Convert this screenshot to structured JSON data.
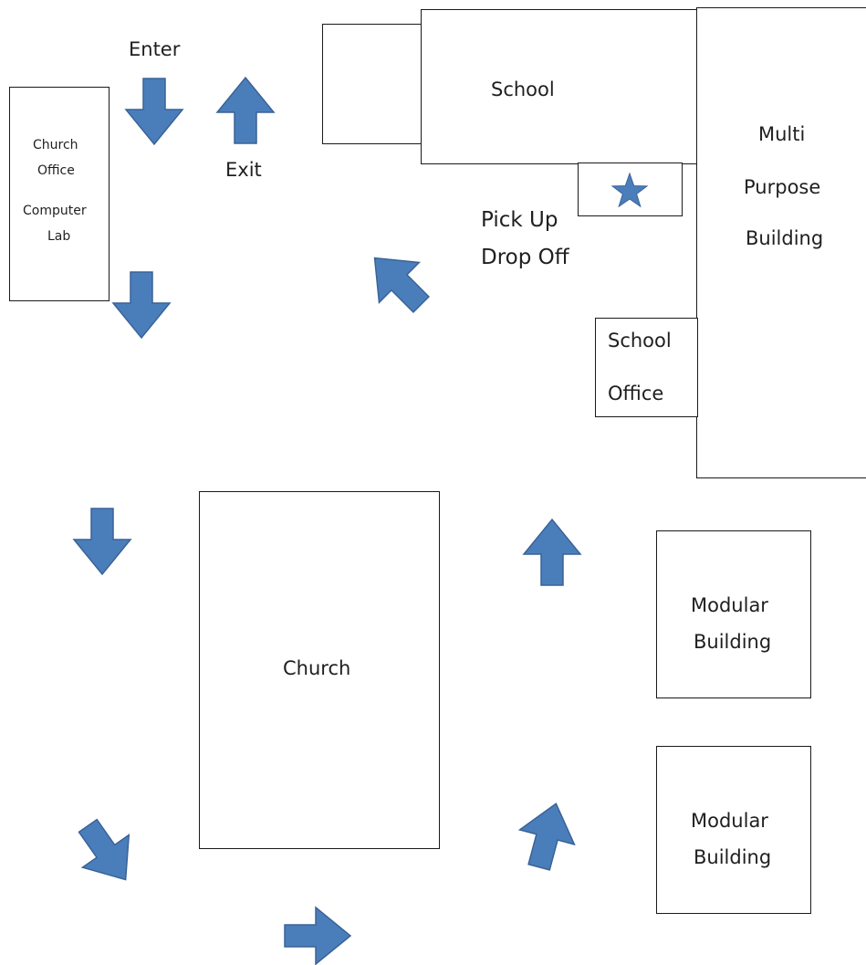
{
  "buildings": {
    "church_office": {
      "line1": "Church",
      "line2": "Office",
      "line3": "Computer",
      "line4": "Lab"
    },
    "school": "School",
    "multi_purpose": {
      "line1": "Multi",
      "line2": "Purpose",
      "line3": "Building"
    },
    "school_office": {
      "line1": "School",
      "line2": "Office"
    },
    "church": "Church",
    "modular_1": {
      "line1": "Modular",
      "line2": "Building"
    },
    "modular_2": {
      "line1": "Modular",
      "line2": "Building"
    }
  },
  "labels": {
    "enter": "Enter",
    "exit": "Exit",
    "pickup": "Pick Up",
    "dropoff": "Drop Off"
  },
  "colors": {
    "arrow_fill": "#4a7ebb",
    "arrow_stroke": "#3a6296",
    "star": "#4a7ebb",
    "outline": "#1a1a1a"
  },
  "icons": {
    "arrow": "block-arrow-icon",
    "star": "star-icon"
  }
}
